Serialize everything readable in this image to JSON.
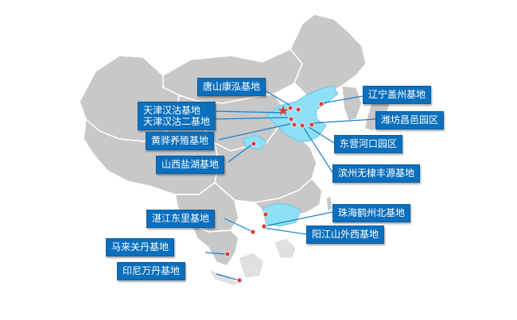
{
  "colors": {
    "land": "#c8c8c8",
    "land_border": "#ffffff",
    "highlight": "#8ee0f7",
    "label_bg": "#0b6fbd",
    "label_text": "#ffffff",
    "leader": "#1c7dc8",
    "pin": "#d9403a",
    "capital": "#d9403a"
  },
  "icons": {
    "pin": "map-pin-icon",
    "capital": "capital-star-icon"
  },
  "labels": {
    "tangshan": "唐山康泓基地",
    "tianjin_hangu": "天津汉沽基地",
    "tianjin_hangu2": "天津汉沽二基地",
    "huanghua": "黄骅养殖基地",
    "shanxi": "山西盐湖基地",
    "liaoning": "辽宁盖州基地",
    "weifang": "潍坊昌邑园区",
    "dongying": "东营河口园区",
    "binzhou": "滨州无棣丰源基地",
    "zhanjiang": "湛江东里基地",
    "zhuhai": "珠海鹤州北基地",
    "yangjiang": "阳江山外西基地",
    "malaysia": "马来关丹基地",
    "indonesia": "印尼万丹基地"
  }
}
